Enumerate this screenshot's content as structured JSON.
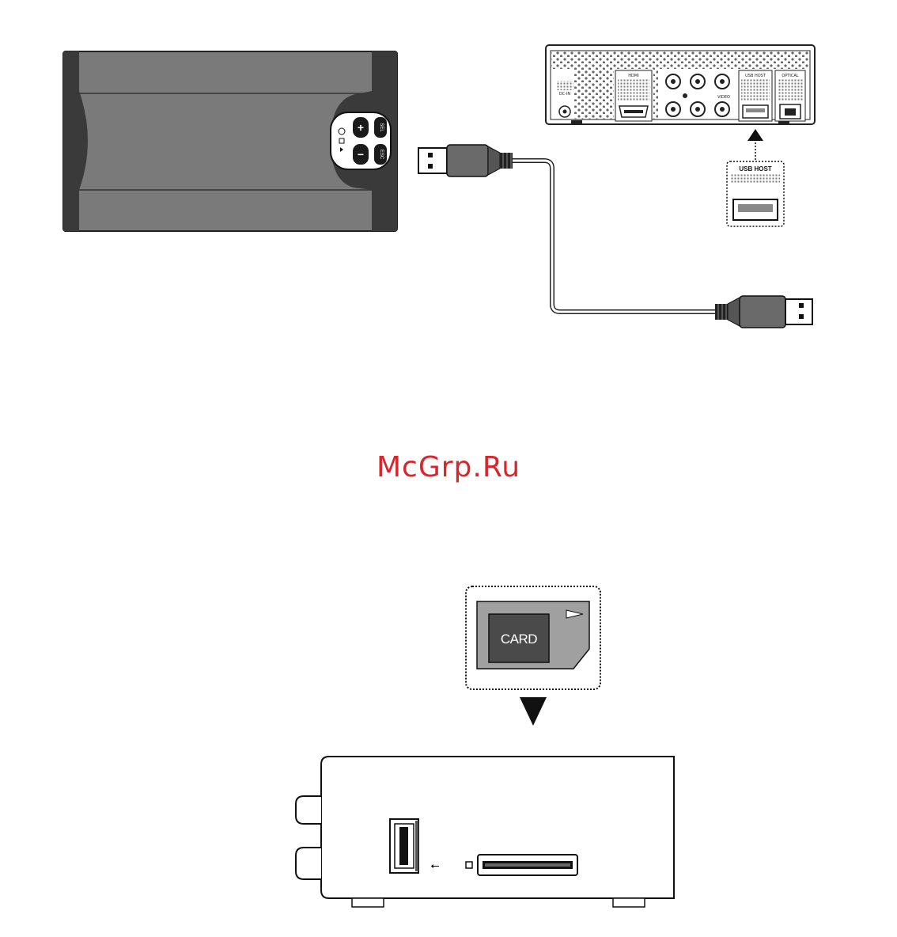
{
  "watermark": "McGrp.Ru",
  "player_ports": {
    "hdmi": "HDMI",
    "usb_host": "USB HOST",
    "optical": "OPTICAL",
    "dc_in": "DC-IN",
    "video": "VIDEO"
  },
  "usb_host_callout": "USB HOST",
  "hdd_buttons": [
    "SEL",
    "ESC"
  ],
  "card_label": "CARD",
  "colors": {
    "watermark": "#d8262c",
    "hdd_body": "#7a7a7a",
    "hdd_dark": "#3a3a3a",
    "card_body": "#a0a0a0",
    "card_chip": "#4a4a4a"
  }
}
